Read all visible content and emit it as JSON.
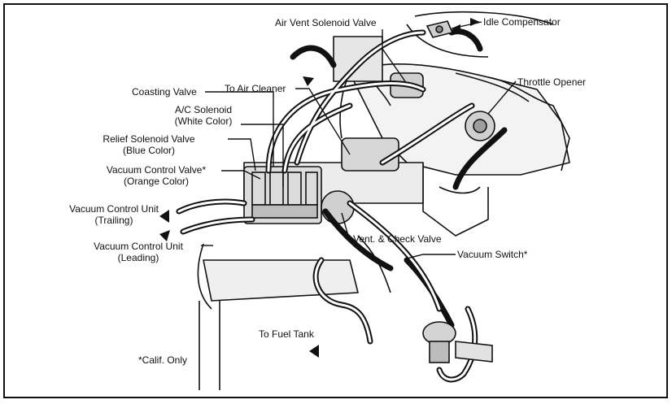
{
  "colors": {
    "ink": "#111111",
    "paper": "#ffffff"
  },
  "labels": {
    "air_vent_solenoid_valve": "Air Vent Solenoid Valve",
    "idle_compensator": "Idle Compensator",
    "throttle_opener": "Throttle Opener",
    "coasting_valve": "Coasting Valve",
    "to_air_cleaner": "To Air Cleaner",
    "ac_solenoid": {
      "line1": "A/C Solenoid",
      "line2": "(White Color)"
    },
    "relief_solenoid_valve": {
      "line1": "Relief Solenoid Valve",
      "line2": "(Blue Color)"
    },
    "vacuum_control_valve": {
      "line1": "Vacuum Control Valve*",
      "line2": "(Orange Color)"
    },
    "vacuum_control_unit_trailing": {
      "line1": "Vacuum Control Unit",
      "line2": "(Trailing)"
    },
    "vacuum_control_unit_leading": {
      "line1": "Vacuum Control Unit",
      "line2": "(Leading)"
    },
    "vent_check_valve": "Vent. & Check Valve",
    "vacuum_switch": "Vacuum Switch*",
    "to_fuel_tank": "To Fuel Tank",
    "calif_only": "*Calif. Only"
  }
}
